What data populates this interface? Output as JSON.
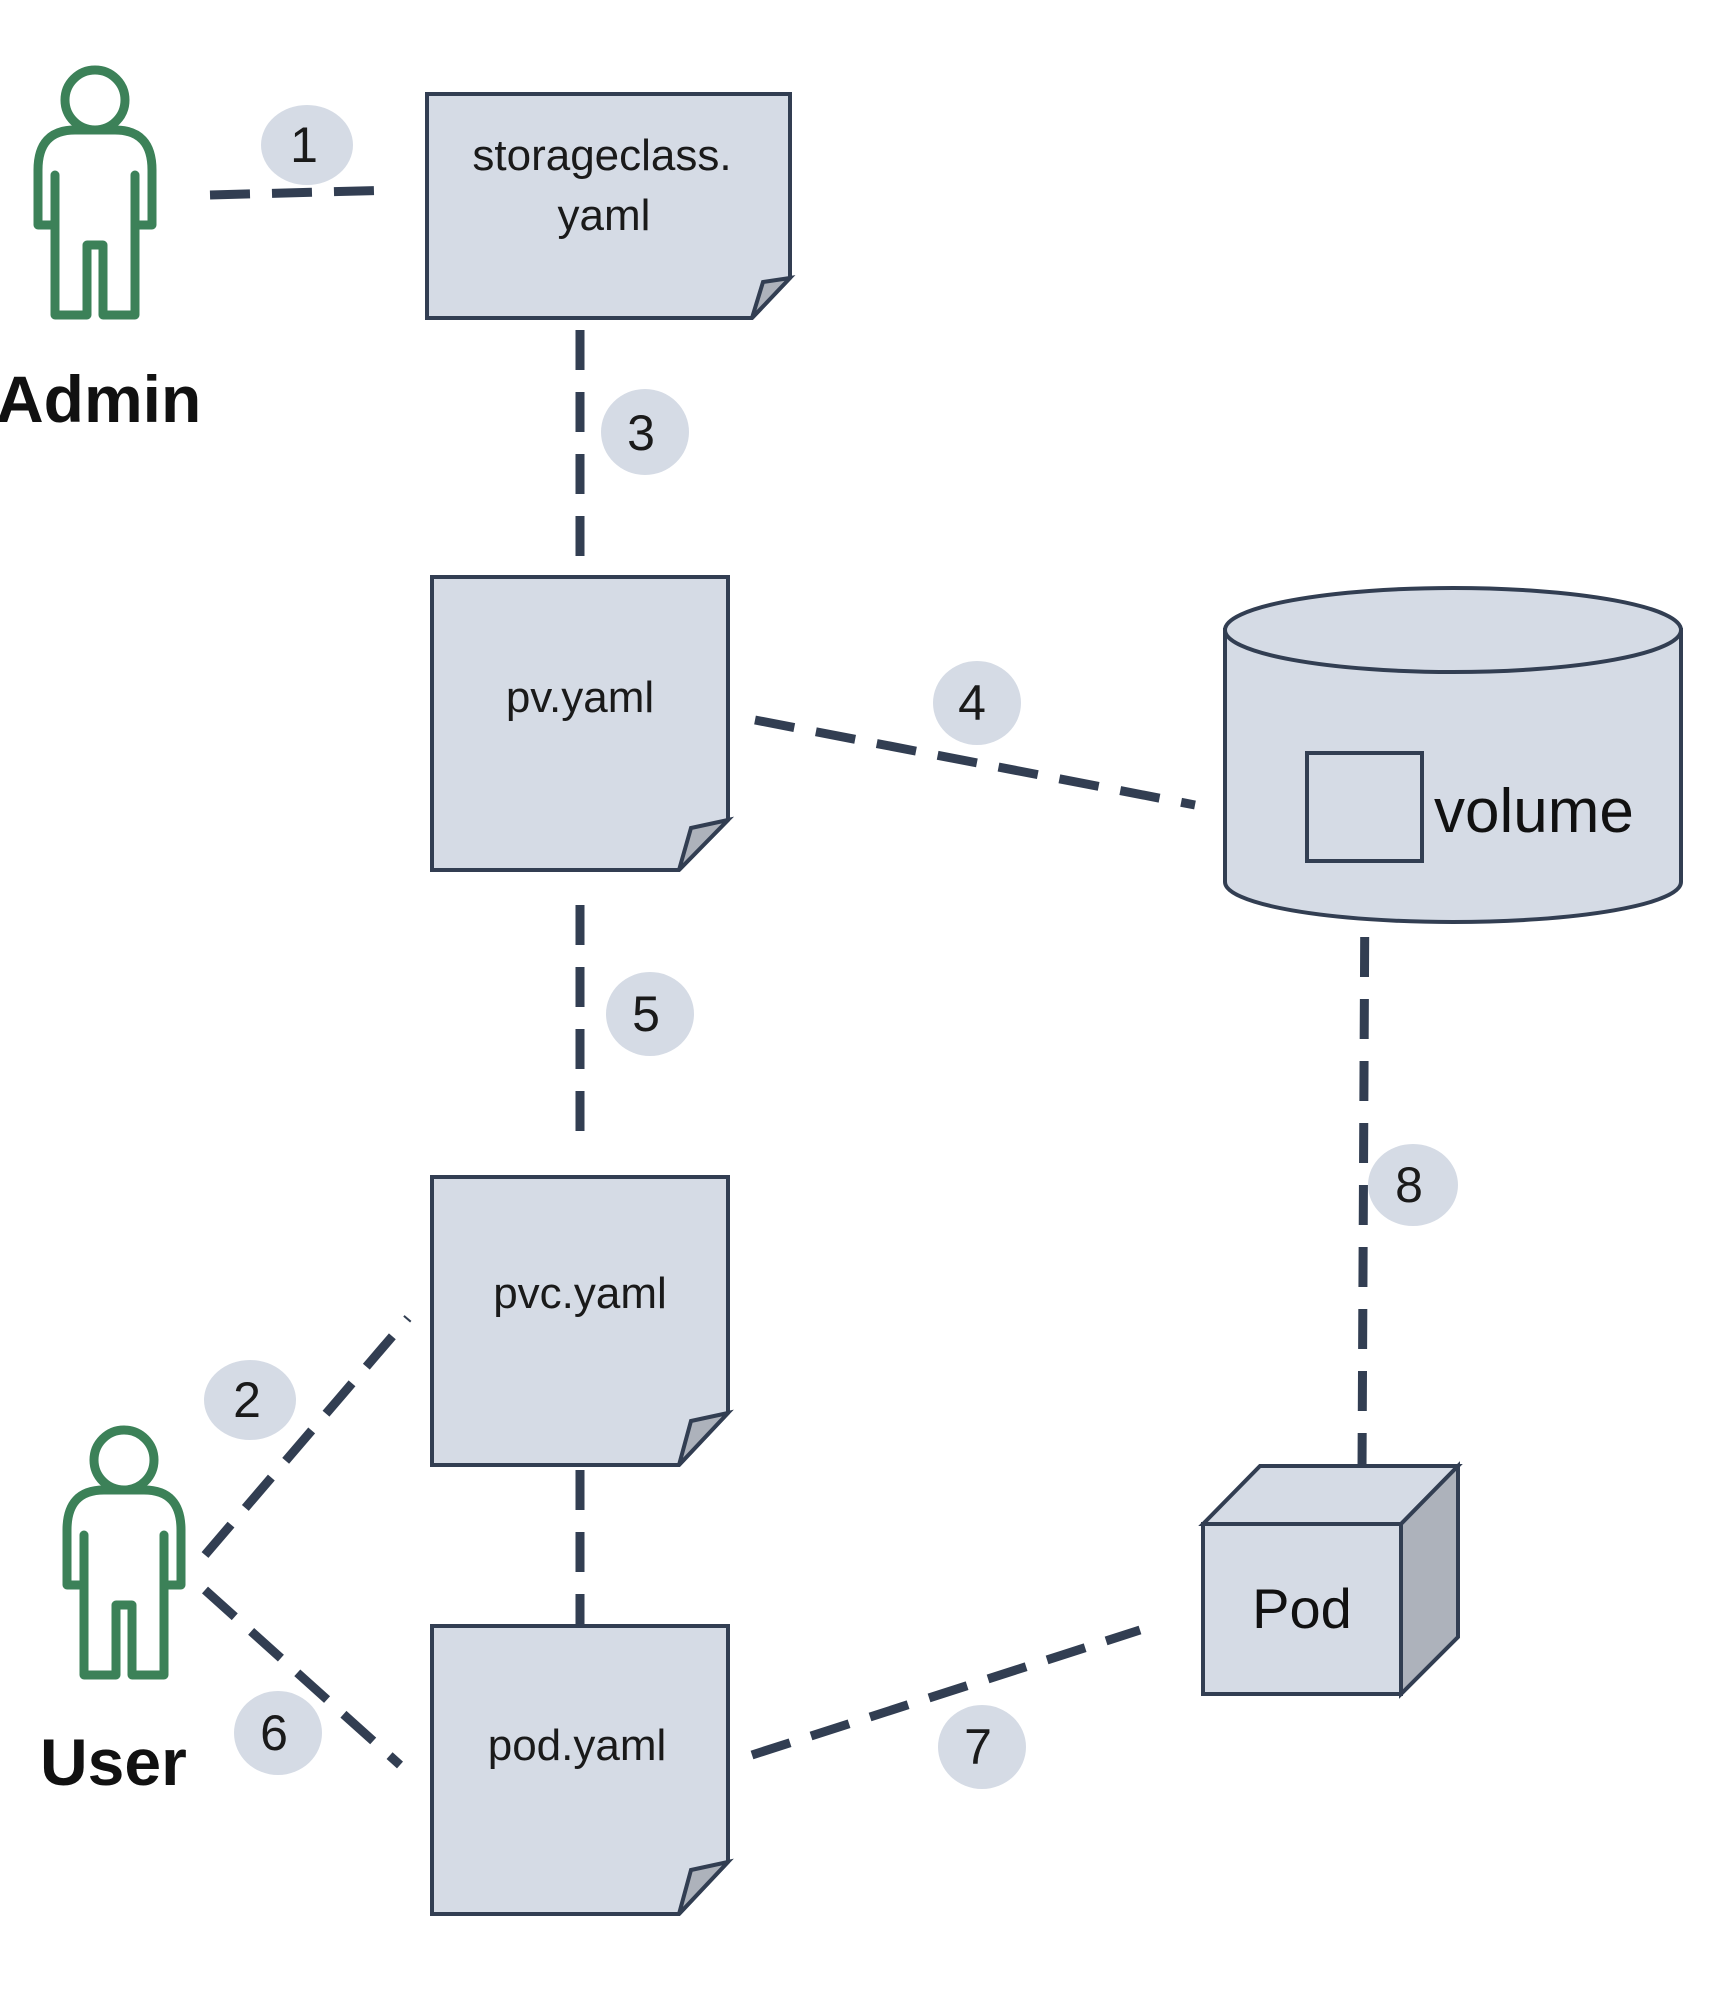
{
  "actors": {
    "admin": {
      "label": "Admin"
    },
    "user": {
      "label": "User"
    }
  },
  "files": {
    "storageclass": {
      "line1": "storageclass.",
      "line2": "yaml"
    },
    "pv": {
      "label": "pv.yaml"
    },
    "pvc": {
      "label": "pvc.yaml"
    },
    "pod": {
      "label": "pod.yaml"
    }
  },
  "storage": {
    "label": "volume"
  },
  "pod_object": {
    "label": "Pod"
  },
  "steps": [
    "1",
    "2",
    "3",
    "4",
    "5",
    "6",
    "7",
    "8"
  ],
  "colors": {
    "shape_fill": "#d5dbe5",
    "shape_stroke": "#323e52",
    "actor_icon": "#3c8158",
    "connector": "#323e52"
  },
  "icons": {
    "actor": "person-icon"
  }
}
